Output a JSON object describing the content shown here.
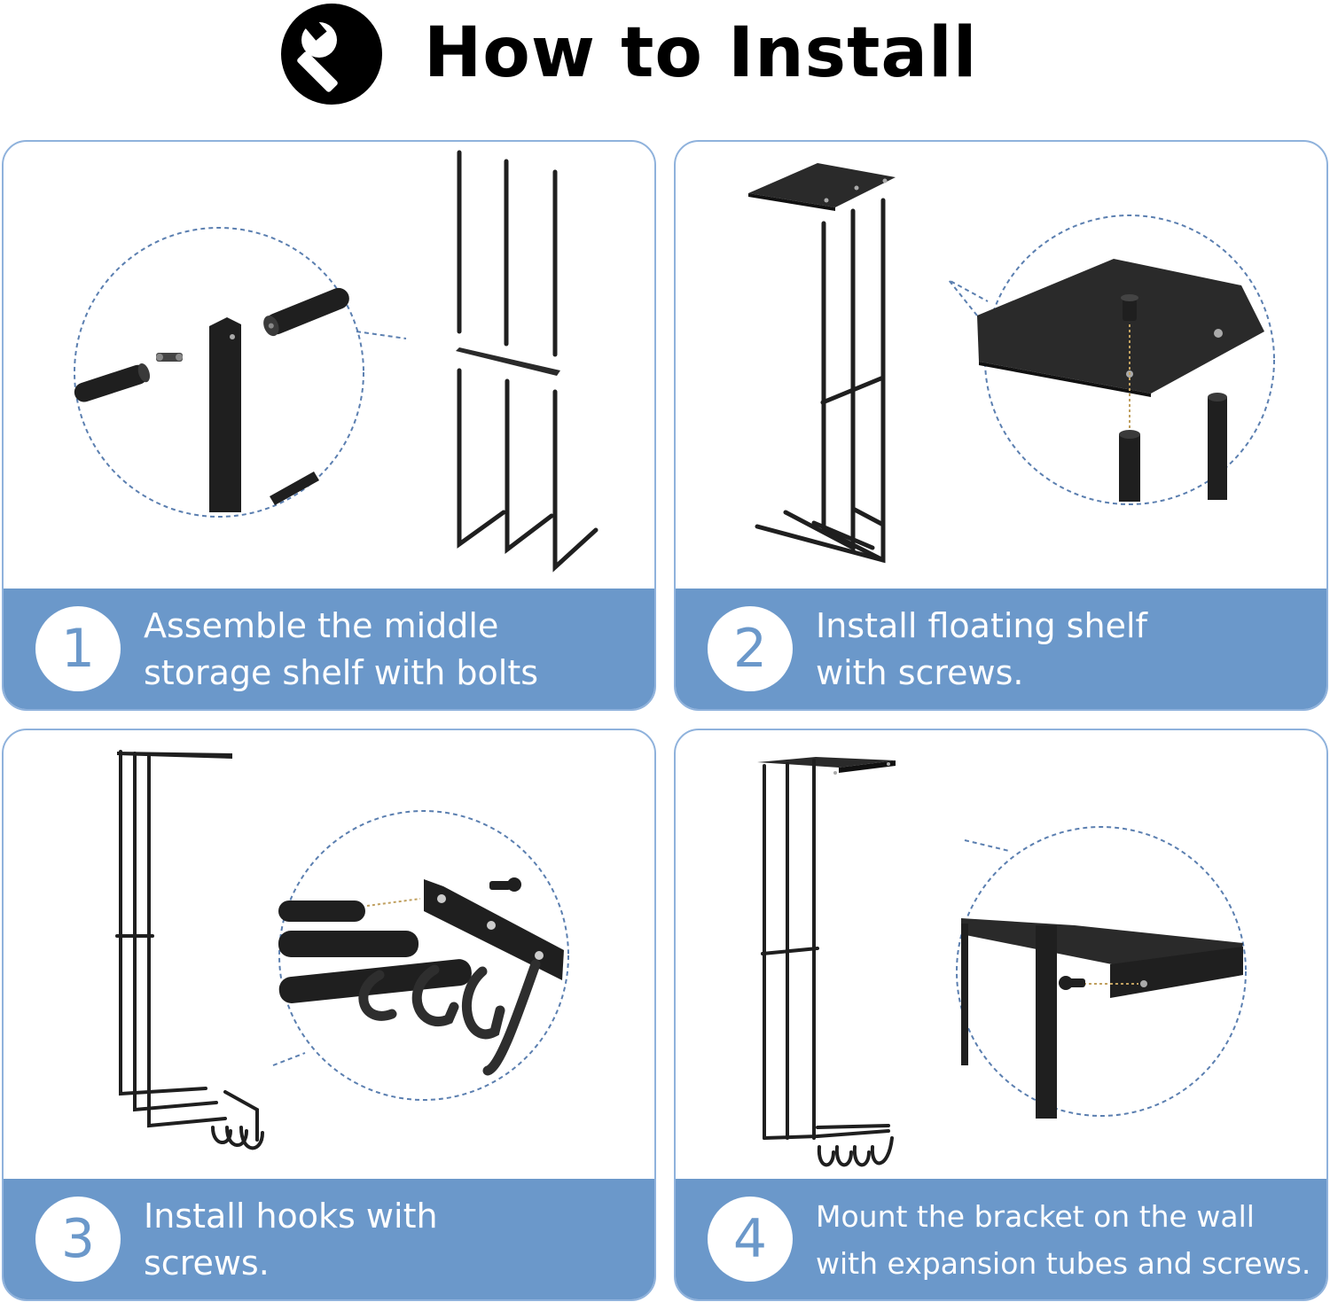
{
  "header": {
    "title": "How to Install",
    "icon": "wrench-icon"
  },
  "steps": [
    {
      "number": "1",
      "line1": "Assemble the middle",
      "line2": "storage shelf with bolts"
    },
    {
      "number": "2",
      "line1": "Install floating shelf",
      "line2": "with screws."
    },
    {
      "number": "3",
      "line1": "Install hooks with",
      "line2": "screws."
    },
    {
      "number": "4",
      "line1": "Mount the bracket on the wall",
      "line2": "with expansion tubes and screws."
    }
  ],
  "colors": {
    "caption_bg": "#6b98ca",
    "panel_border": "#8fb2dc",
    "metal": "#1f1f1f",
    "dash": "#5b7fb0"
  }
}
